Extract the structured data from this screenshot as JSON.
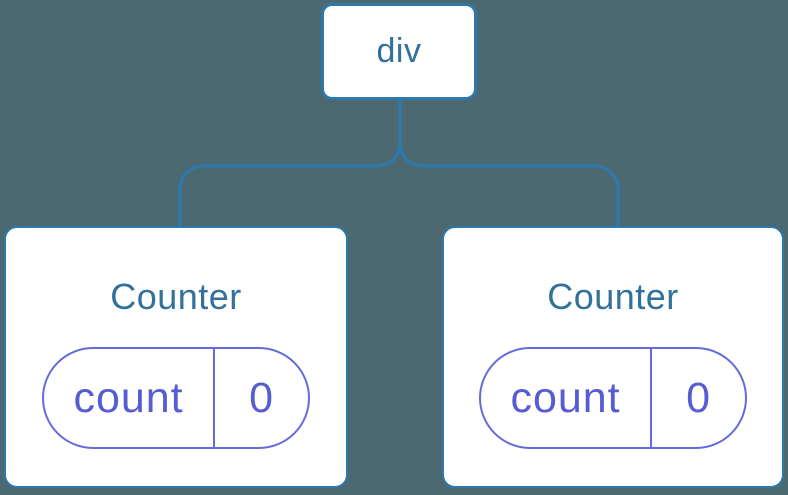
{
  "diagram": {
    "description": "Component tree diagram: a div root node with two Counter children, each holding its own count state of 0",
    "root": {
      "label": "div"
    },
    "children": [
      {
        "title": "Counter",
        "state": {
          "key": "count",
          "value": "0"
        }
      },
      {
        "title": "Counter",
        "state": {
          "key": "count",
          "value": "0"
        }
      }
    ]
  },
  "colors": {
    "background": "#4c6971",
    "connector_blue": "#2d78ac",
    "node_text_blue": "#31719c",
    "state_purple": "#565cd2",
    "state_border_purple": "#666bdb",
    "card_background": "#ffffff"
  }
}
